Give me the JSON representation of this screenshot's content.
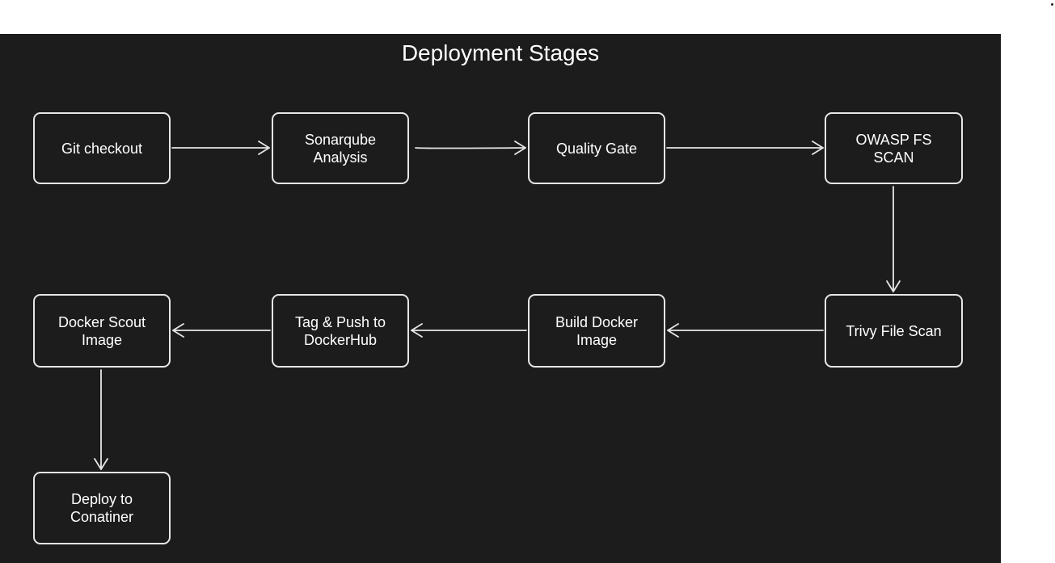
{
  "title": "Deployment Stages",
  "colors": {
    "background": "#1c1c1c",
    "stroke": "#e6e6e6",
    "text": "#ffffff",
    "page": "#ffffff"
  },
  "stages": [
    {
      "label": "Git checkout"
    },
    {
      "label": "Sonarqube\nAnalysis"
    },
    {
      "label": "Quality Gate"
    },
    {
      "label": "OWASP FS\nSCAN"
    },
    {
      "label": "Trivy File Scan"
    },
    {
      "label": "Build Docker\nImage"
    },
    {
      "label": "Tag & Push to\nDockerHub"
    },
    {
      "label": "Docker Scout\nImage"
    },
    {
      "label": "Deploy to\nConatiner"
    }
  ],
  "edges": [
    {
      "from": "Git checkout",
      "to": "Sonarqube Analysis"
    },
    {
      "from": "Sonarqube Analysis",
      "to": "Quality Gate"
    },
    {
      "from": "Quality Gate",
      "to": "OWASP FS SCAN"
    },
    {
      "from": "OWASP FS SCAN",
      "to": "Trivy File Scan"
    },
    {
      "from": "Trivy File Scan",
      "to": "Build Docker Image"
    },
    {
      "from": "Build Docker Image",
      "to": "Tag & Push to DockerHub"
    },
    {
      "from": "Tag & Push to DockerHub",
      "to": "Docker Scout Image"
    },
    {
      "from": "Docker Scout Image",
      "to": "Deploy to Conatiner"
    }
  ]
}
